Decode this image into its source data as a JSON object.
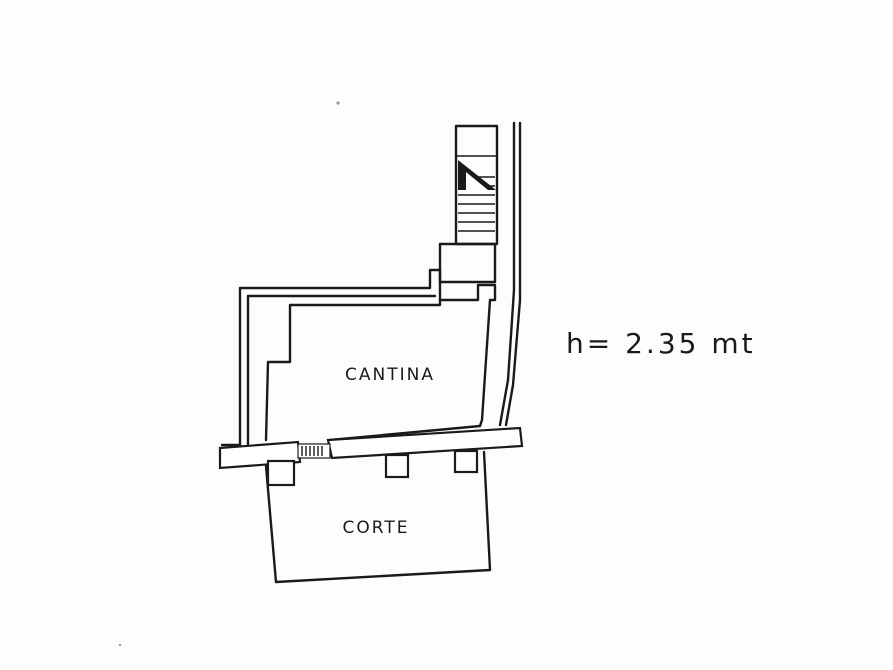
{
  "rooms": {
    "cantina": "CANTINA",
    "corte": "CORTE"
  },
  "height_note": "h= 2.35 mt",
  "colors": {
    "ink": "#1a1a1a",
    "paper": "#fdfdfd"
  }
}
